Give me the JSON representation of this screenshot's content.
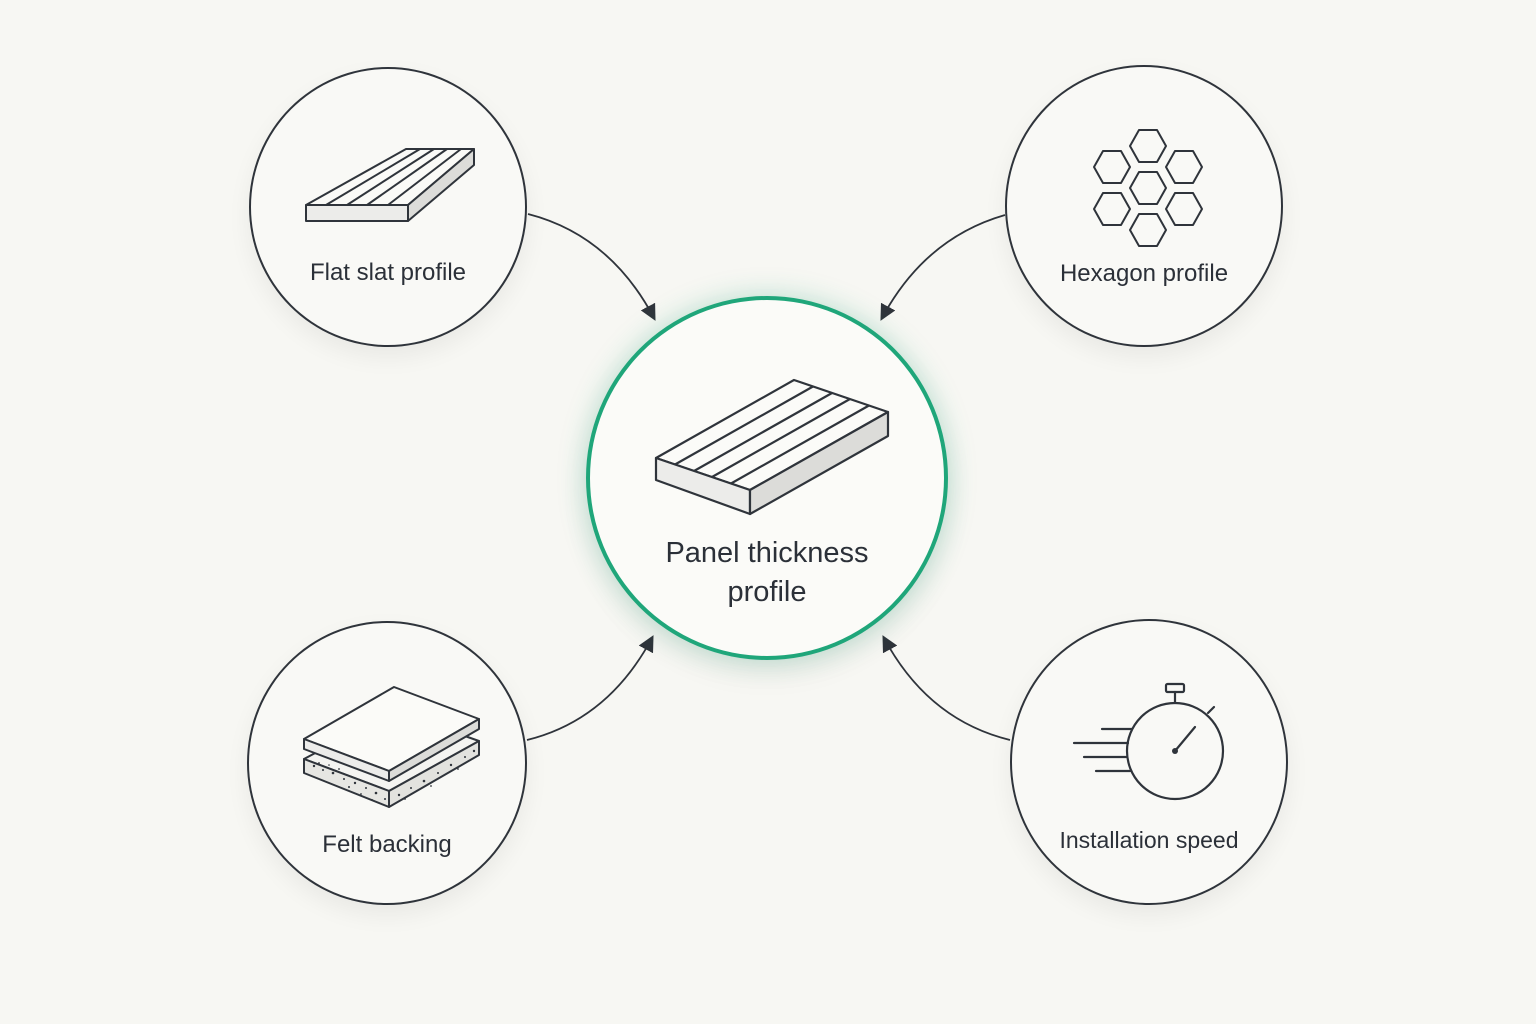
{
  "diagram": {
    "center": {
      "label": "Panel thickness profile",
      "icon": "slatted-panel-icon",
      "accent_color": "#1fa67a"
    },
    "nodes": [
      {
        "id": "flat",
        "label": "Flat slat profile",
        "icon": "flat-slat-panel-icon"
      },
      {
        "id": "hex",
        "label": "Hexagon profile",
        "icon": "hexagon-grid-icon"
      },
      {
        "id": "felt",
        "label": "Felt backing",
        "icon": "felt-layers-icon"
      },
      {
        "id": "speed",
        "label": "Installation speed",
        "icon": "stopwatch-icon"
      }
    ],
    "edges": [
      {
        "from": "flat",
        "to": "center"
      },
      {
        "from": "hex",
        "to": "center"
      },
      {
        "from": "felt",
        "to": "center"
      },
      {
        "from": "speed",
        "to": "center"
      }
    ],
    "stroke_color": "#2f343b",
    "background_color": "#f7f7f3"
  }
}
